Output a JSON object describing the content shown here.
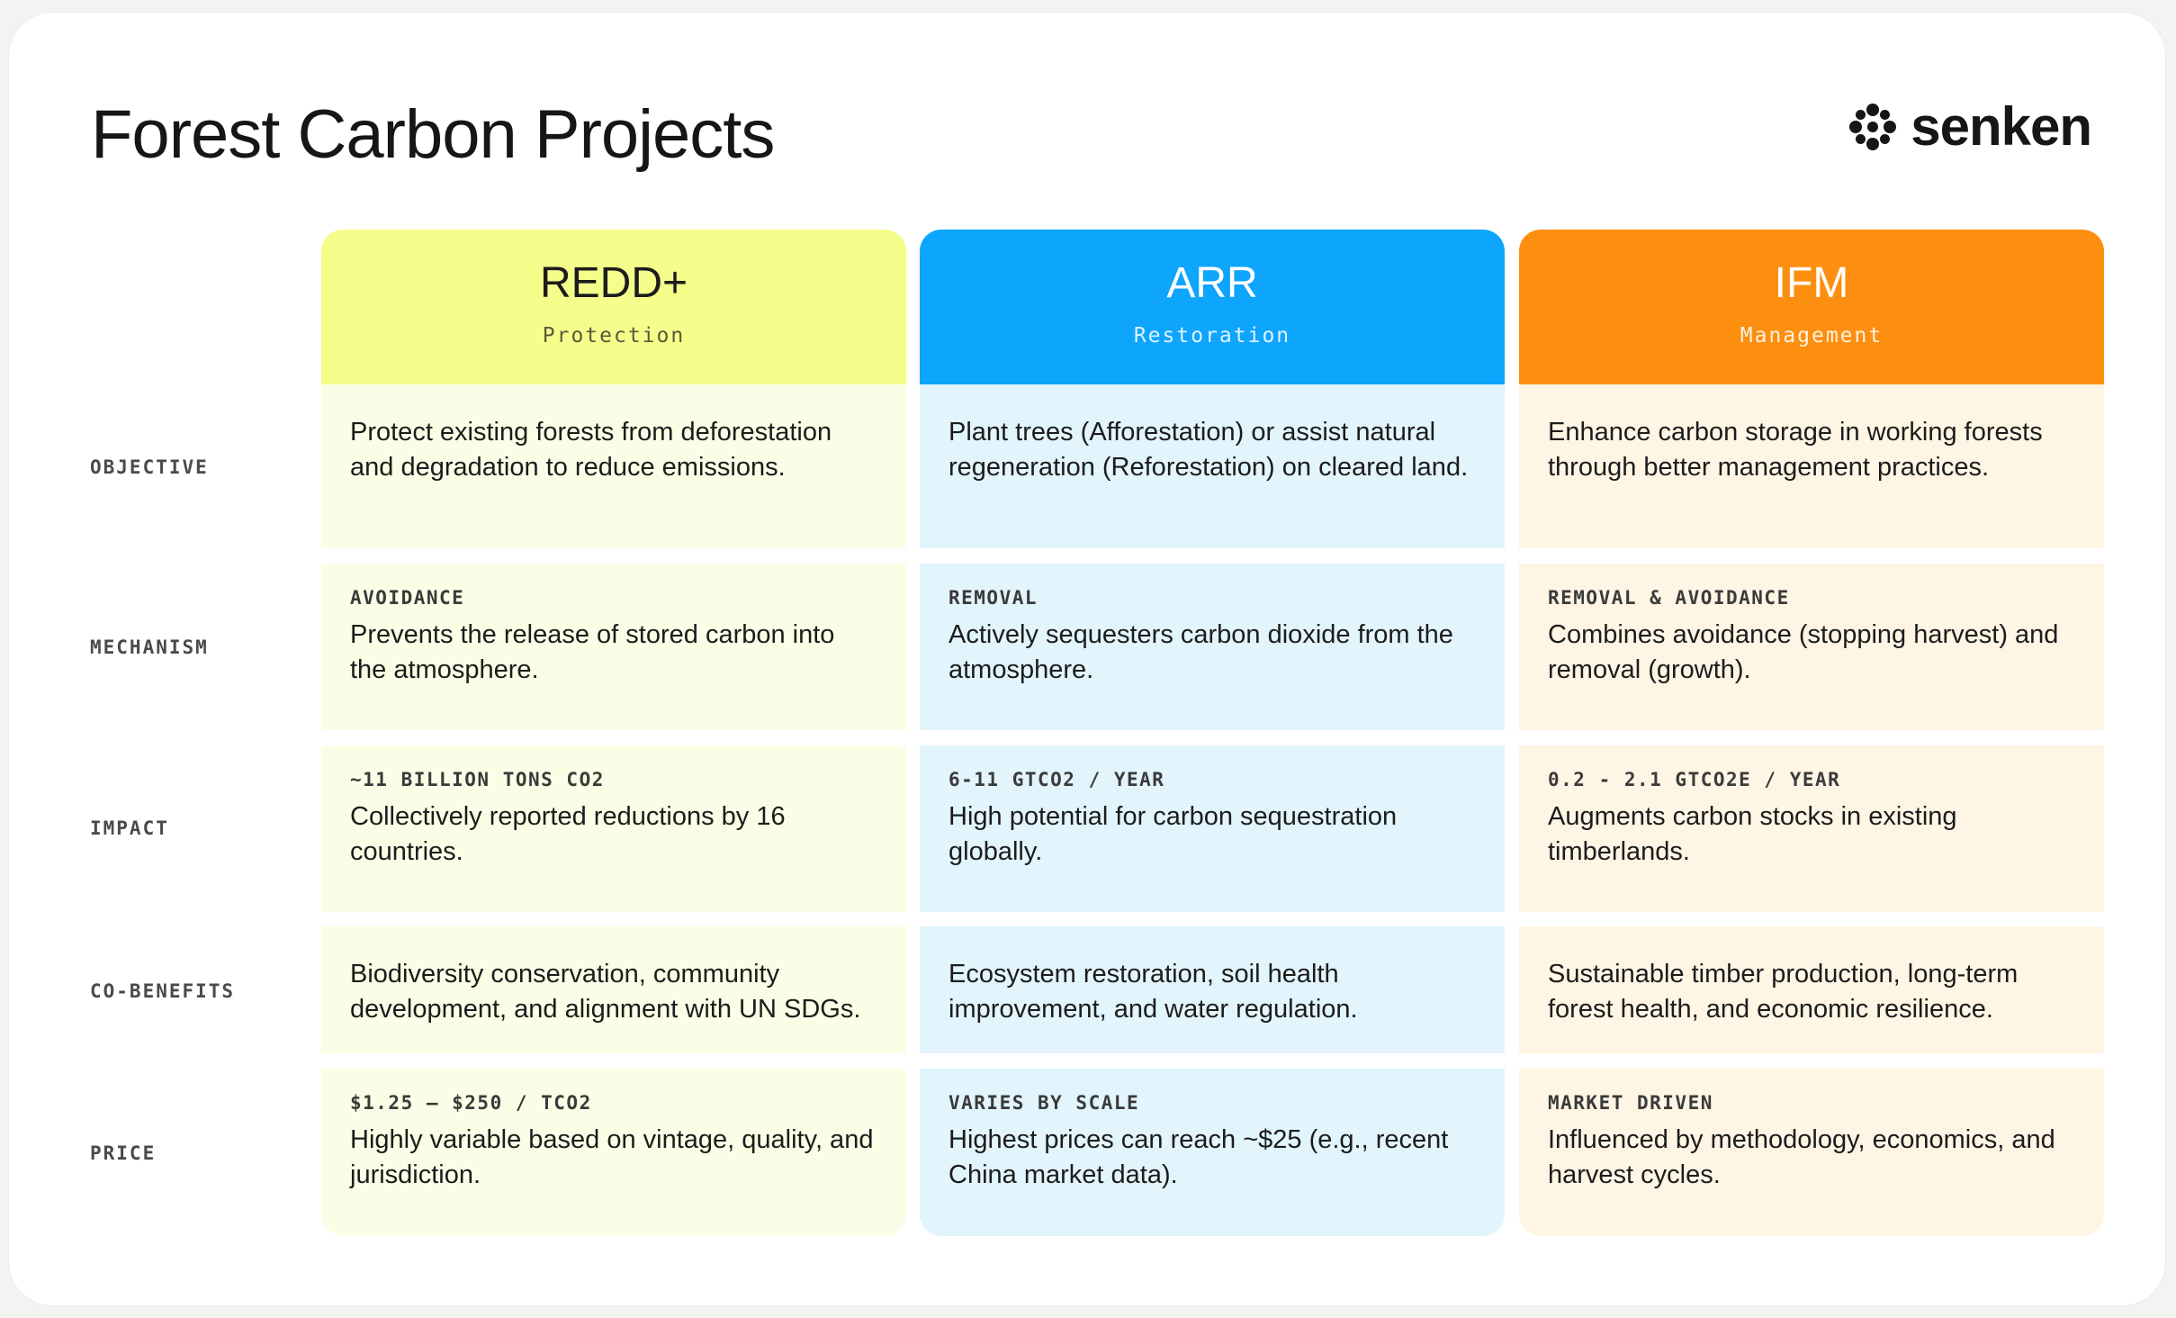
{
  "title": "Forest Carbon Projects",
  "brand": {
    "name": "senken",
    "icon": "senken-flower-icon"
  },
  "colors": {
    "redd_header": "#f5fd8b",
    "arr_header": "#0ea5fd",
    "ifm_header": "#fd8f10",
    "redd_cell": "#fcfde6",
    "arr_cell": "#e2f4fc",
    "ifm_cell": "#fff5e5"
  },
  "columns": [
    {
      "title": "REDD+",
      "subtitle": "Protection"
    },
    {
      "title": "ARR",
      "subtitle": "Restoration"
    },
    {
      "title": "IFM",
      "subtitle": "Management"
    }
  ],
  "rows": [
    {
      "label": "OBJECTIVE",
      "cells": [
        {
          "tag": "",
          "text": "Protect existing forests from deforestation and degradation to reduce emissions."
        },
        {
          "tag": "",
          "text": "Plant trees (Afforestation) or assist natural regeneration (Reforestation) on cleared land."
        },
        {
          "tag": "",
          "text": "Enhance carbon storage in working forests through better management practices."
        }
      ]
    },
    {
      "label": "MECHANISM",
      "cells": [
        {
          "tag": "AVOIDANCE",
          "text": "Prevents the release of stored carbon into the atmosphere."
        },
        {
          "tag": "REMOVAL",
          "text": "Actively sequesters carbon dioxide from the atmosphere."
        },
        {
          "tag": "REMOVAL & AVOIDANCE",
          "text": "Combines avoidance (stopping harvest) and removal (growth)."
        }
      ]
    },
    {
      "label": "IMPACT",
      "cells": [
        {
          "tag": "~11 BILLION TONS CO2",
          "text": "Collectively reported reductions by 16 countries."
        },
        {
          "tag": "6-11 GTCO2 / YEAR",
          "text": "High potential for carbon sequestration globally."
        },
        {
          "tag": "0.2 - 2.1 GTCO2E / YEAR",
          "text": "Augments carbon stocks in existing timberlands."
        }
      ]
    },
    {
      "label": "CO-BENEFITS",
      "cells": [
        {
          "tag": "",
          "text": "Biodiversity conservation, community development, and alignment with UN SDGs."
        },
        {
          "tag": "",
          "text": "Ecosystem restoration, soil health improvement, and water regulation."
        },
        {
          "tag": "",
          "text": "Sustainable timber production, long-term forest health, and economic resilience."
        }
      ]
    },
    {
      "label": "PRICE",
      "cells": [
        {
          "tag": "$1.25 – $250 / TCO2",
          "text": "Highly variable based on vintage, quality, and jurisdiction."
        },
        {
          "tag": "VARIES BY SCALE",
          "text": "Highest prices can reach ~$25 (e.g., recent China market data)."
        },
        {
          "tag": "MARKET DRIVEN",
          "text": "Influenced by methodology, economics, and harvest cycles."
        }
      ]
    }
  ]
}
